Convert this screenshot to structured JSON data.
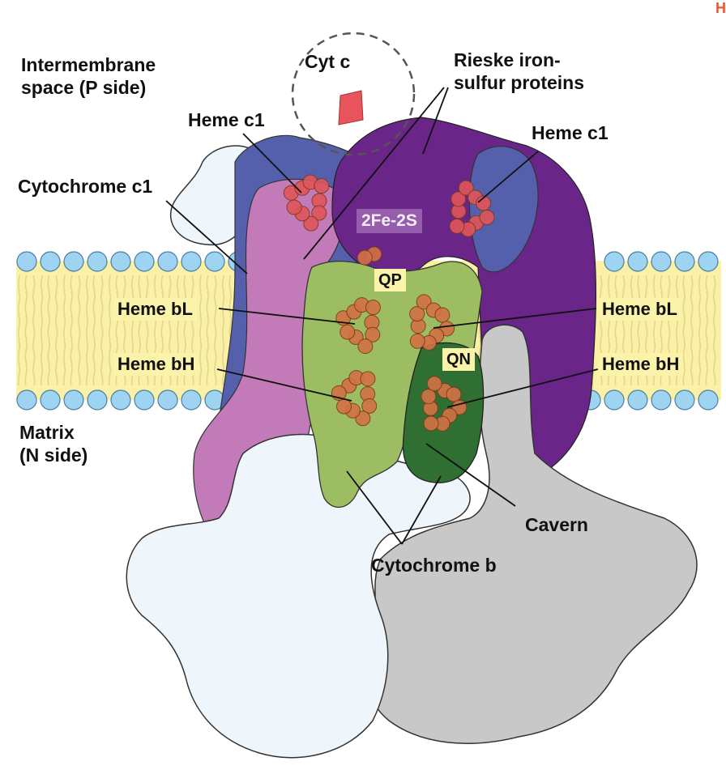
{
  "labels": {
    "cyt_c": "Cyt c",
    "intermembrane_line1": "Intermembrane",
    "intermembrane_line2": "space (P side)",
    "rieske_line1": "Rieske iron-",
    "rieske_line2": "sulfur proteins",
    "heme_c1_left": "Heme c1",
    "heme_c1_right": "Heme c1",
    "cytochrome_c1": "Cytochrome c1",
    "fe2s": "2Fe-2S",
    "qp": "QP",
    "qn": "QN",
    "heme_bl_left": "Heme bL",
    "heme_bl_right": "Heme bL",
    "heme_bh_left": "Heme bH",
    "heme_bh_right": "Heme bH",
    "matrix_line1": "Matrix",
    "matrix_line2": "(N side)",
    "cavern": "Cavern",
    "cytochrome_b": "Cytochrome b",
    "corner_mark": "H"
  },
  "colors": {
    "membrane": "#fbf1a6",
    "lipid_head": "#9fd3f2",
    "cyt_b_light": "#9dbd62",
    "cyt_b_dark": "#2f6f31",
    "rieske": "#6a2588",
    "cyt_c1": "#c37ab8",
    "blue_subunit": "#5560ad",
    "white_subunit": "#eef6fb",
    "gray_subunit": "#c8c8c8",
    "heme": "#d27245",
    "cyt_c": "#e8545c"
  }
}
